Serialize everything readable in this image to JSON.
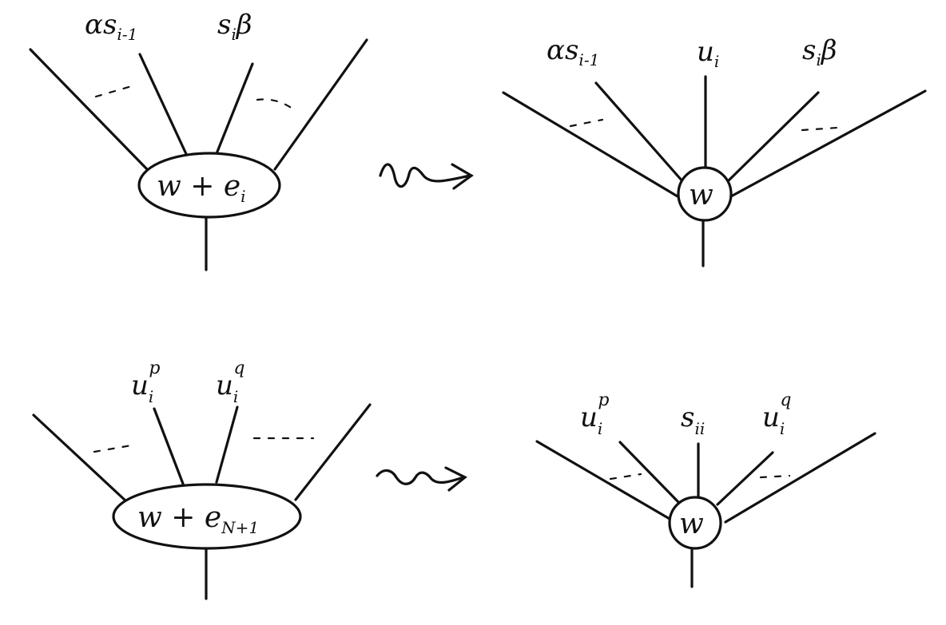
{
  "diagrams": {
    "top_left": {
      "node": {
        "main": "w + e",
        "sub": "i"
      },
      "labels": [
        {
          "main": "αs",
          "sub": "i-1"
        },
        {
          "main": "s",
          "sub": "i",
          "tail": "β"
        }
      ]
    },
    "top_right": {
      "node": "w",
      "labels": [
        {
          "main": "αs",
          "sub": "i-1"
        },
        {
          "main": "u",
          "sub": "i"
        },
        {
          "main": "s",
          "sub": "i",
          "tail": "β"
        }
      ]
    },
    "bottom_left": {
      "node": {
        "main": "w + e",
        "sub": "N+1"
      },
      "labels": [
        {
          "main": "u",
          "sub": "i",
          "sup": "p"
        },
        {
          "main": "u",
          "sub": "i",
          "sup": "q"
        }
      ]
    },
    "bottom_right": {
      "node": "w",
      "labels": [
        {
          "main": "u",
          "sub": "i",
          "sup": "p"
        },
        {
          "main": "s",
          "sub": "ii"
        },
        {
          "main": "u",
          "sub": "i",
          "sup": "q"
        }
      ]
    }
  }
}
